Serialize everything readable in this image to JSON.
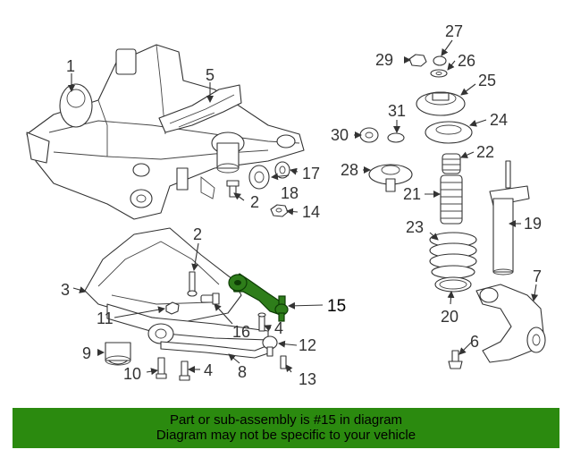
{
  "callouts": {
    "c1": "1",
    "c2a": "2",
    "c2b": "2",
    "c3": "3",
    "c4a": "4",
    "c4b": "4",
    "c5": "5",
    "c6": "6",
    "c7": "7",
    "c8": "8",
    "c9": "9",
    "c10": "10",
    "c11": "11",
    "c12": "12",
    "c13": "13",
    "c14": "14",
    "c15": "15",
    "c16": "16",
    "c17": "17",
    "c18": "18",
    "c19": "19",
    "c20": "20",
    "c21": "21",
    "c22": "22",
    "c23": "23",
    "c24": "24",
    "c25": "25",
    "c26": "26",
    "c27": "27",
    "c28": "28",
    "c29": "29",
    "c30": "30",
    "c31": "31"
  },
  "highlight": {
    "part_number": "15",
    "color": "#2e7d1a"
  },
  "banner": {
    "line1": "Part or sub-assembly is #15 in diagram",
    "line2": "Diagram may not be specific to your vehicle",
    "color": "#2b8a0f"
  }
}
